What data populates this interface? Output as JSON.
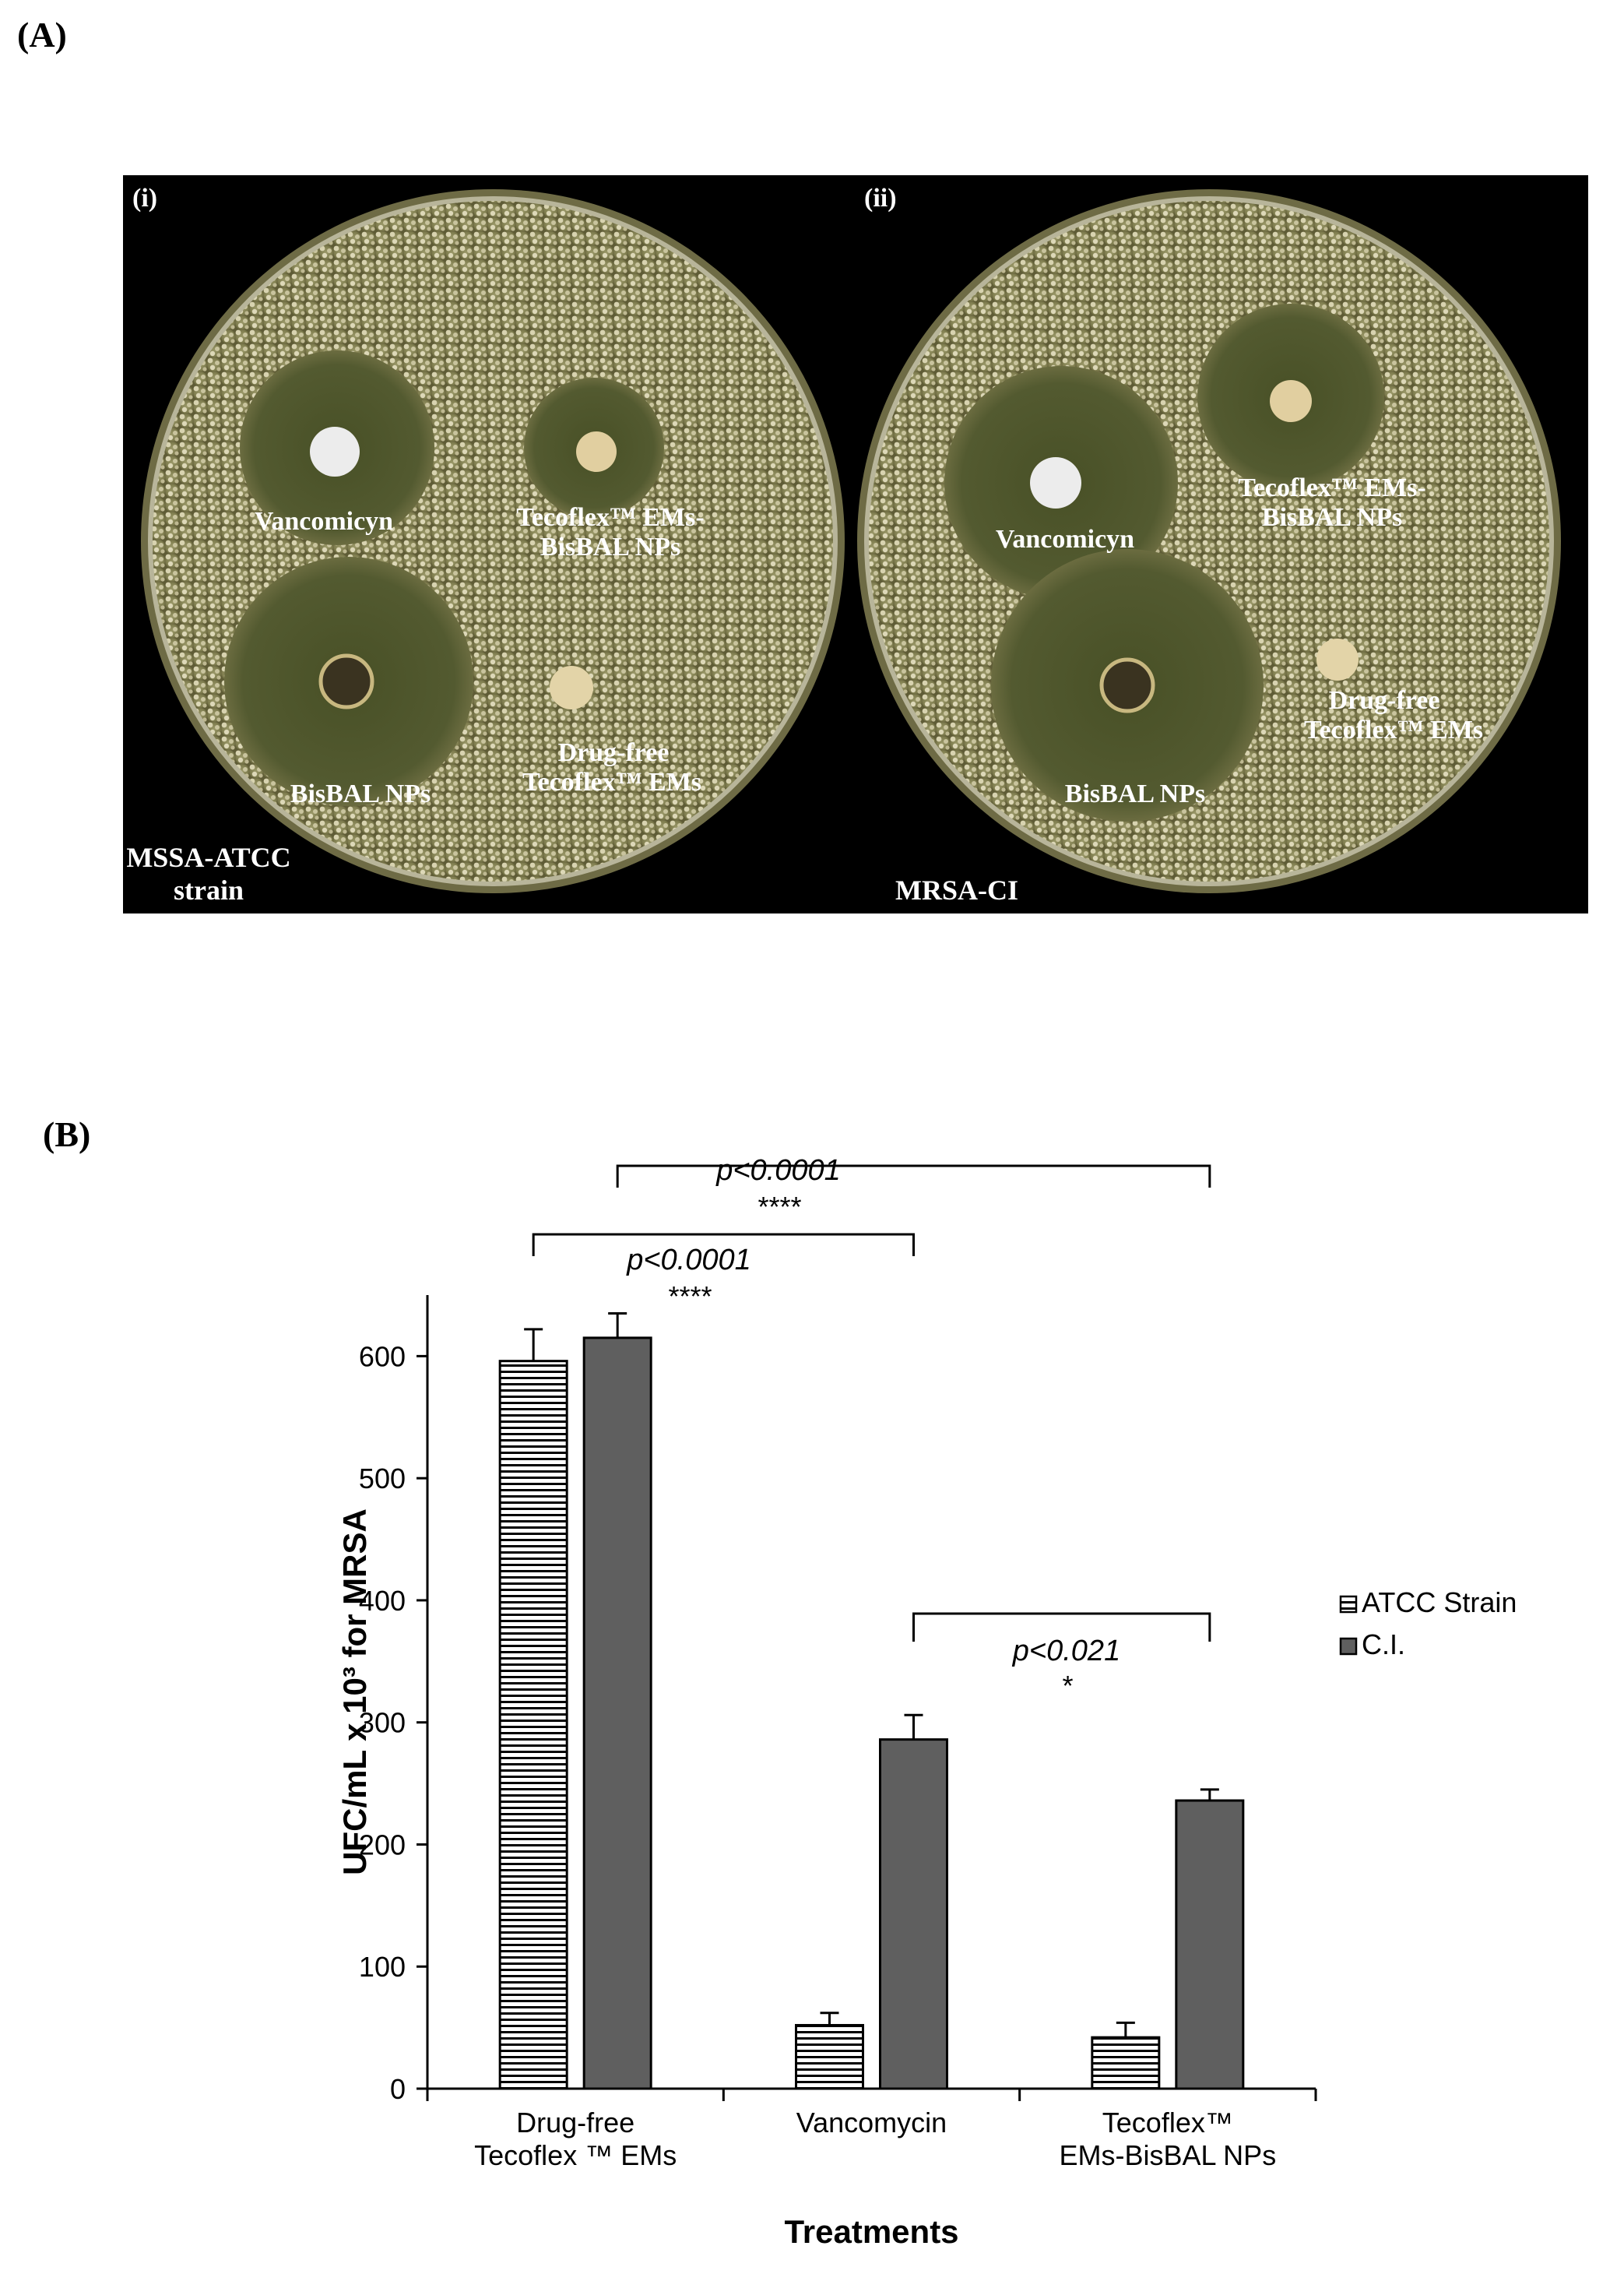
{
  "panel_a": {
    "label": "(A)",
    "plates": [
      {
        "tag": "(i)",
        "strain": [
          "MSSA-ATCC",
          "strain"
        ],
        "labels": {
          "vancomycin": [
            "Vancomicyn"
          ],
          "tecoflex_np": [
            "Tecoflex™ EMs-",
            "BisBAL NPs"
          ],
          "bisbal": [
            "BisBAL NPs"
          ],
          "drug_free": [
            "Drug-free",
            "Tecoflex™ EMs"
          ]
        }
      },
      {
        "tag": "(ii)",
        "strain": [
          "MRSA-CI"
        ],
        "labels": {
          "vancomycin": [
            "Vancomicyn"
          ],
          "tecoflex_np": [
            "Tecoflex™ EMs-",
            "BisBAL NPs"
          ],
          "bisbal": [
            "BisBAL NPs"
          ],
          "drug_free": [
            "Drug-free",
            "Tecoflex™ EMs"
          ]
        }
      }
    ]
  },
  "panel_b": {
    "label": "(B)"
  },
  "colors": {
    "ci_bar": "#5f5f5f",
    "atcc_stripe": "#000000",
    "photo_bg": "#000000",
    "agar": "#8a8a5a",
    "inhibition_zone": "#4e5530"
  },
  "chart_data": {
    "type": "bar",
    "categories": [
      [
        "Drug-free",
        "Tecoflex ™ EMs"
      ],
      [
        "Vancomycin"
      ],
      [
        "Tecoflex™",
        "EMs-BisBAL NPs"
      ]
    ],
    "series": [
      {
        "name": "ATCC Strain",
        "values": [
          596,
          52,
          42
        ],
        "errors": [
          26,
          10,
          12
        ],
        "pattern": "horizontal-stripes"
      },
      {
        "name": "C.I.",
        "values": [
          615,
          286,
          236
        ],
        "errors": [
          20,
          20,
          9
        ],
        "pattern": "solid"
      }
    ],
    "xlabel": "Treatments",
    "ylabel": "UFC/mL x 10³ for MRSA",
    "ylim": [
      0,
      650
    ],
    "yticks": [
      0,
      100,
      200,
      300,
      400,
      500,
      600
    ],
    "grid": false,
    "legend_position": "right",
    "significance": [
      {
        "from_category": 0,
        "to_category": 2,
        "p": "p<0.0001",
        "stars": "****"
      },
      {
        "from_category": 0,
        "to_category": 1,
        "p": "p<0.0001",
        "stars": "****"
      },
      {
        "from_category": 1,
        "to_category": 2,
        "p": "p<0.021",
        "stars": "*"
      }
    ]
  }
}
